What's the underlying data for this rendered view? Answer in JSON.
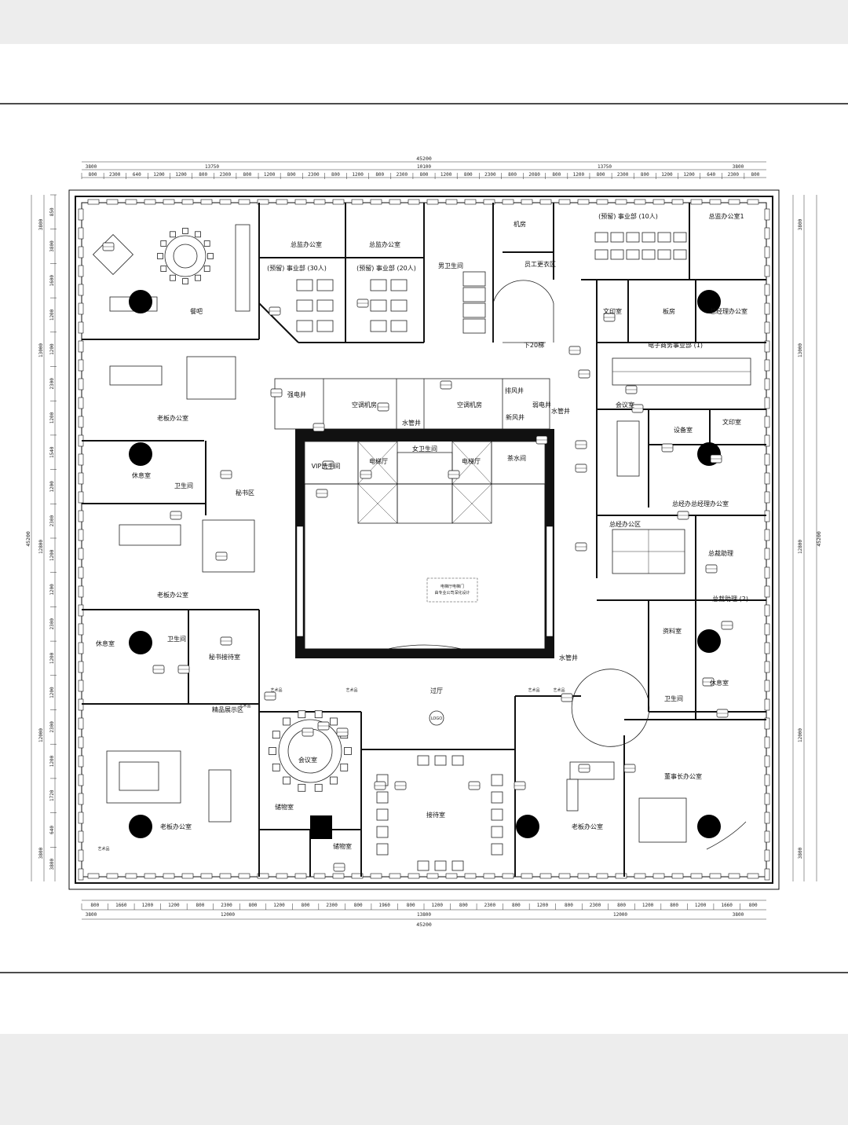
{
  "dimensions": {
    "overall": "45200",
    "top_segments": [
      "3800",
      "13750",
      "10100",
      "13750",
      "3800"
    ],
    "bottom_segments": [
      "3800",
      "12000",
      "13800",
      "12000",
      "3800"
    ],
    "top_detail": [
      "800",
      "2300",
      "640",
      "1200",
      "1200",
      "800",
      "2300",
      "800",
      "1200",
      "800",
      "2300",
      "800",
      "1200",
      "800",
      "2300",
      "800",
      "1200",
      "800",
      "2300",
      "800",
      "2080",
      "800",
      "1200",
      "800",
      "2300",
      "800",
      "1200",
      "1200",
      "640",
      "2300",
      "800"
    ],
    "bottom_detail": [
      "800",
      "1660",
      "1200",
      "1200",
      "800",
      "2300",
      "800",
      "1200",
      "800",
      "2300",
      "800",
      "1960",
      "800",
      "1200",
      "800",
      "2300",
      "800",
      "1200",
      "800",
      "2300",
      "800",
      "1200",
      "800",
      "1200",
      "1660",
      "800"
    ],
    "left_segments": [
      "3800",
      "13000",
      "12800",
      "12000",
      "3800"
    ],
    "right_segments": [
      "3800",
      "13000",
      "12800",
      "12000",
      "3800"
    ],
    "left_detail": [
      "850",
      "3800",
      "1600",
      "1200",
      "1200",
      "2300",
      "1200",
      "1540",
      "1200",
      "2300",
      "1200",
      "1200",
      "2300",
      "1200",
      "1200",
      "2300",
      "1200",
      "1720",
      "640",
      "3800"
    ]
  },
  "rooms": {
    "restaurant": "餐吧",
    "director_office_1": "总监办公室",
    "director_office_2": "总监办公室",
    "director_office_3": "总监办公室1",
    "dept_30": "(预留) 事业部 (30人)",
    "dept_20": "(预留) 事业部 (20人)",
    "male_wc": "男卫生间",
    "machine_room": "机房",
    "locker": "员工更衣区",
    "stair": "下20梯",
    "dept_10": "(预留) 事业部 (10人)",
    "print_room": "文印室",
    "model_room": "板房",
    "gm_office": "总经理办公室",
    "ecommerce": "电子商务事业部 (1)",
    "boss_office_1": "老板办公室",
    "boss_office_2": "老板办公室",
    "boss_office_3": "老板办公室",
    "boss_office_4": "老板办公室",
    "rest_room_1": "休息室",
    "rest_room_2": "休息室",
    "rest_room_3": "休息室",
    "wc_1": "卫生间",
    "wc_2": "卫生间",
    "wc_3": "卫生间",
    "secretary": "秘书区",
    "secretary_reception": "秘书接待室",
    "strong_current": "强电井",
    "weak_current": "弱电井",
    "ac_room_1": "空调机房",
    "ac_room_2": "空调机房",
    "water_pipe_1": "水管井",
    "water_pipe_2": "水管井",
    "water_pipe_3": "水管井",
    "exhaust": "排风井",
    "fresh_air": "新风井",
    "vip_wash": "VIP洗手间",
    "female_wc": "女卫生间",
    "elevator_1": "电梯厅",
    "elevator_2": "电梯厅",
    "tea_room": "茶水间",
    "equipment": "设备室",
    "print_room_2": "文印室",
    "meeting": "会议室",
    "gm_assistant": "总经办总经理办公室",
    "gm_area": "总经办公区",
    "president_assistant": "总裁助理",
    "president_assistant_2": "总裁助理 (2)",
    "archive": "资料室",
    "lobby": "过厅",
    "display": "精品展示区",
    "meeting_room": "会议室",
    "storage_1": "储物室",
    "storage_2": "储物室",
    "reception_room": "接待室",
    "chairman_office": "董事长办公室",
    "art_1": "艺术品",
    "art_2": "艺术品",
    "art_3": "艺术品",
    "art_4": "艺术品",
    "art_5": "艺术品",
    "art_6": "艺术品"
  },
  "notes": {
    "elevator_note_1": "电梯厅电梯门",
    "elevator_note_2": "由专业公司深化设计",
    "logo_mark": "LOGO"
  }
}
